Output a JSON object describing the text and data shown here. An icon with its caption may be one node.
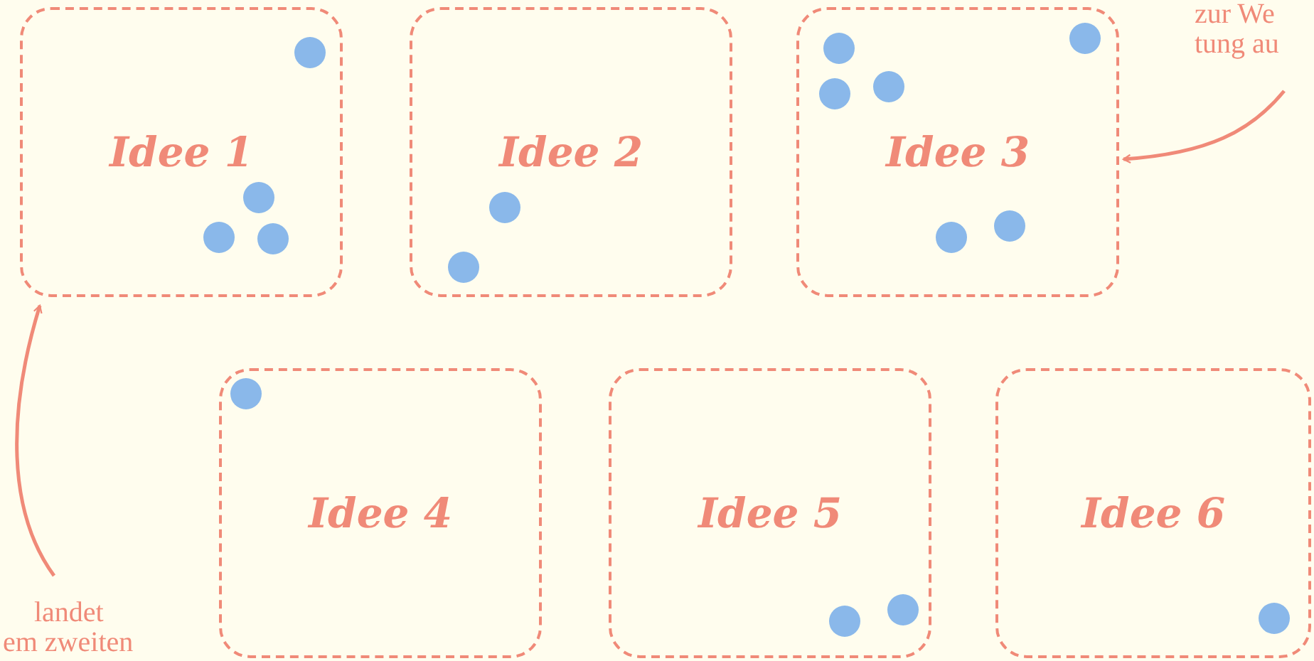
{
  "diagram": {
    "nodes": [
      {
        "text": [
          "Idee 1"
        ]
      },
      {
        "text": [
          "Idee 2"
        ]
      },
      {
        "text": [
          "Idee 3"
        ]
      },
      {
        "text": [
          "zur We tung au"
        ]
      },
      {
        "text": [
          "Idee 4"
        ]
      },
      {
        "text": [
          "Idee 5"
        ]
      },
      {
        "text": [
          "Idee 6"
        ]
      },
      {
        "text": [
          "landet em zweiten"
        ]
      }
    ],
    "edges": [
      {
        "from": 3,
        "to": 2,
        "arrow": "to"
      },
      {
        "from": 7,
        "to": 0,
        "arrow": "to"
      }
    ]
  }
}
